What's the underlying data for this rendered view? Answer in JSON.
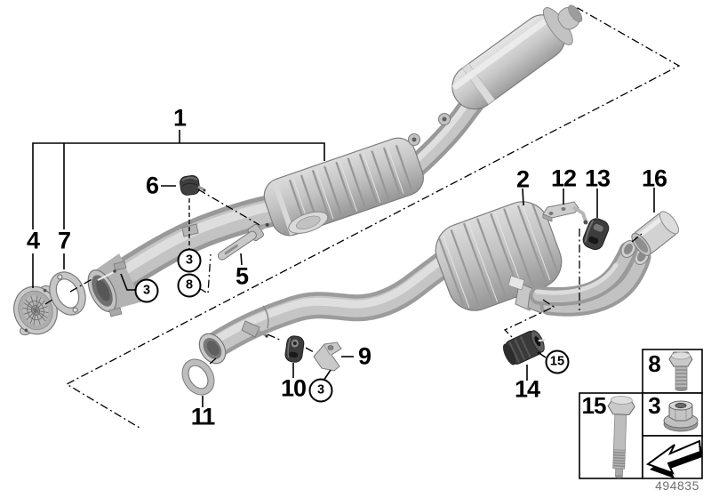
{
  "callouts": {
    "c1": "1",
    "c2": "2",
    "c4": "4",
    "c5": "5",
    "c6": "6",
    "c7": "7",
    "c9": "9",
    "c10": "10",
    "c11": "11",
    "c12": "12",
    "c13": "13",
    "c14": "14",
    "c16": "16"
  },
  "circled_callouts": {
    "nut_front_pipe_mount": "3",
    "bolt_front_pipe_mount": "8",
    "nut_front_flange": "3",
    "nut_rear_bracket": "3",
    "bolt_rear_mount": "15"
  },
  "legend": {
    "hex_bolt": "8",
    "flange_nut": "3",
    "stud_bolt": "15"
  },
  "drawing_number": "494835",
  "colors": {
    "line": "#000000",
    "metal_light": "#e3e3e3",
    "metal_mid": "#b6b6b6",
    "metal_dark": "#8a8a8a",
    "rubber": "#3a3a3a",
    "background": "#ffffff",
    "drawing_number_text": "#6e6e6e"
  }
}
